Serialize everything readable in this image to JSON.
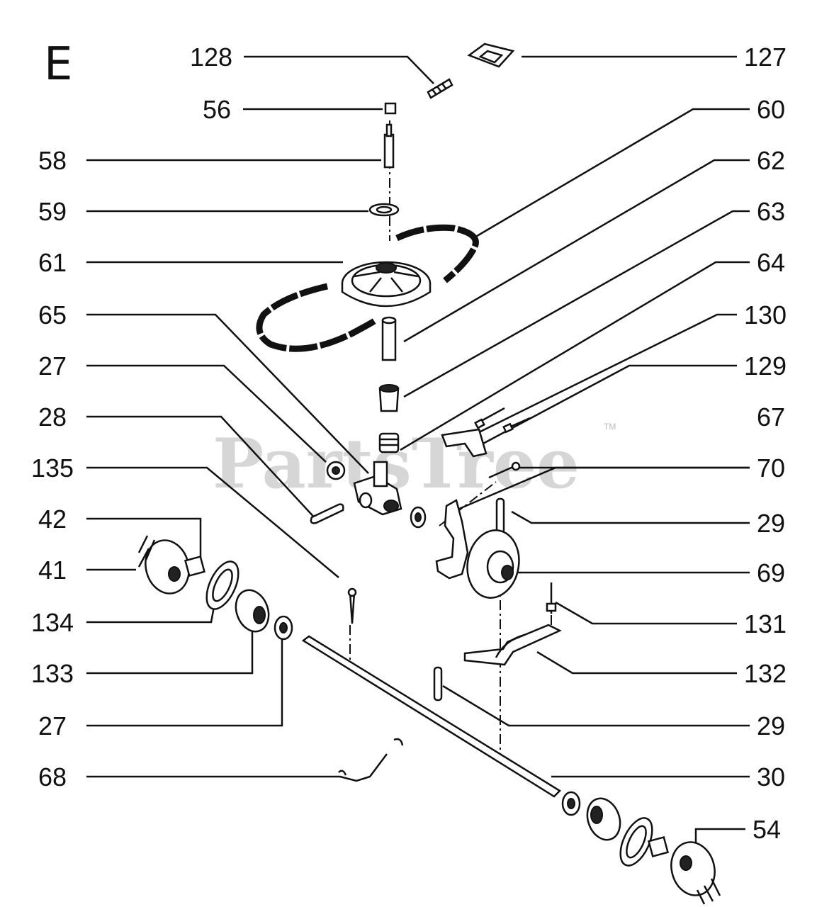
{
  "section_letter": "E",
  "watermark": "PartsTree",
  "watermark_mark": "TM",
  "callouts": {
    "c128": "128",
    "c127": "127",
    "c56": "56",
    "c60": "60",
    "c58": "58",
    "c62": "62",
    "c59": "59",
    "c63": "63",
    "c61": "61",
    "c64": "64",
    "c65": "65",
    "c130": "130",
    "c27a": "27",
    "c129": "129",
    "c28": "28",
    "c67": "67",
    "c135": "135",
    "c70": "70",
    "c42": "42",
    "c29a": "29",
    "c41": "41",
    "c69": "69",
    "c134": "134",
    "c131": "131",
    "c133": "133",
    "c132": "132",
    "c27b": "27",
    "c29b": "29",
    "c68": "68",
    "c30": "30",
    "c54": "54"
  }
}
